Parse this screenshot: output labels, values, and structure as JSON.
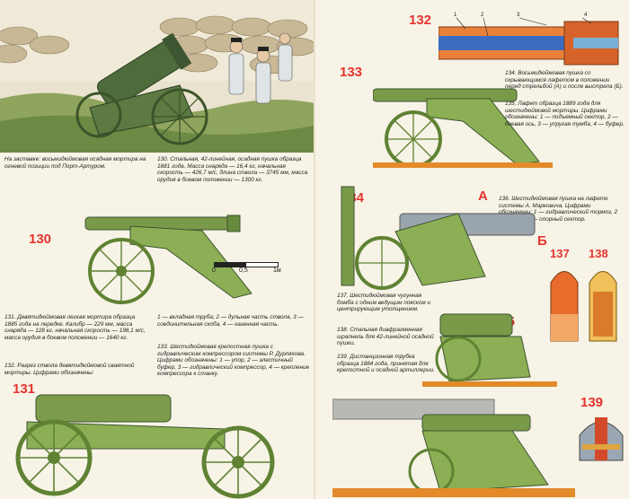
{
  "figure_numbers": {
    "f130": "130",
    "f131": "131",
    "f132": "132",
    "f133": "133",
    "f134": "134",
    "f135": "135",
    "f136": "136",
    "f137": "137",
    "f138": "138",
    "f139": "139",
    "fA": "А",
    "fB": "Б"
  },
  "scale": {
    "zero": "0",
    "half": "0,5",
    "one": "1м"
  },
  "captions": {
    "intro": "На заставке: восьмидюймовая осадная мортира на огневой позиции под Порт-Артуром.",
    "c130": "130. Стальная, 42-линейная, осадная пушка образца 1881 года. Масса снаряда — 16,4 кг, начальная скорость — 426,7 м/с, длина ствола — 3745 мм, масса орудия в боевом положении — 1300 кг.",
    "c131": "131. Девятидюймовая легкая мортира образца 1885 года на передке. Калибр — 229 мм, масса снаряда — 128 кг, начальная скорость — 198,1 м/с, масса орудия в боевом положении — 1640 кг.",
    "c132": "132. Разрез ствола девятидюймовой сваятной мортиры. Цифрами обозначены:",
    "c132b": "1 — вкладная труба; 2 — дульная часть ствола, 3 — соединительная скоба, 4 — казенная часть.",
    "c133": "133. Шестидюймовая крепостная пушка с гидравлическим компрессором системы Р. Дурляхова. Цифрами обозначены: 1 — упор, 2 — элестичный буфер, 3 — гидравлический компрессор, 4 — крепление компрессора к станку.",
    "c134": "134. Восьмидюймовая пушка со скрывающимся лафетом в положении перед стрельбой (А) и после выстрела (Б).",
    "c135": "135. Лафет образца 1889 года для шестидюймовой мортиры. Цифрами обозначены: 1 — подъемный сектор, 2 — боевая ось, 3 — упругая тумба, 4 — буфер.",
    "c136": "136. Шестидюймовая пушка на лафете системы А. Марковича. Цифрами обозначены: 1 — гидравлический тормоз, 2 — тумба, 3 — опорный сектор.",
    "c137": "137. Шестидюймовая чугунная бомба с одним ведущим пояском и центрирующим утолщением.",
    "c138": "138. Стальная диафрагменная шрапнель для 42-линейной осадной пушки.",
    "c139": "139. Дистанционная трубка образца 1884 года, принятая для крепостной и осадной артиллерии."
  },
  "part_labels": [
    "1",
    "2",
    "3",
    "4"
  ]
}
